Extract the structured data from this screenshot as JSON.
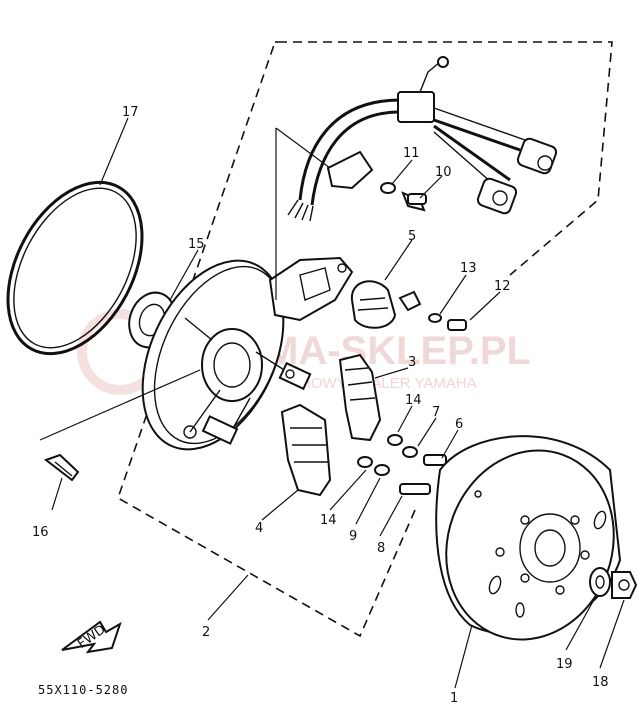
{
  "diagram_code": "55X110-5280",
  "fwd_label": "FWD",
  "watermark": {
    "main": "MA-SKLEP.PL",
    "sub": "HOWY DEALER YAMAHA"
  },
  "callouts": {
    "c1": "1",
    "c2": "2",
    "c3": "3",
    "c4": "4",
    "c5": "5",
    "c6": "6",
    "c7": "7",
    "c8": "8",
    "c9": "9",
    "c10": "10",
    "c11": "11",
    "c12": "12",
    "c13": "13",
    "c14a": "14",
    "c14b": "14",
    "c15": "15",
    "c16": "16",
    "c17": "17",
    "c18": "18",
    "c19": "19"
  }
}
